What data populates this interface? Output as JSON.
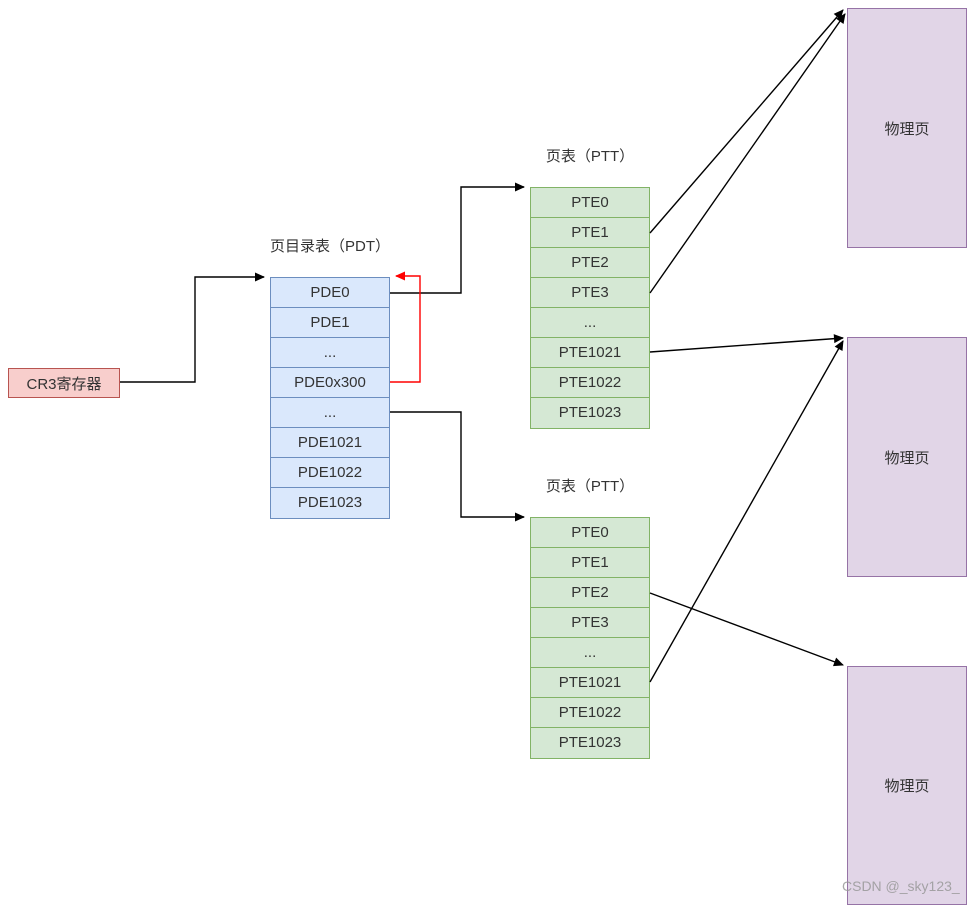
{
  "diagram": {
    "cr3_label": "CR3寄存器",
    "pdt": {
      "title": "页目录表（PDT）",
      "rows": [
        "PDE0",
        "PDE1",
        "...",
        "PDE0x300",
        "...",
        "PDE1021",
        "PDE1022",
        "PDE1023"
      ]
    },
    "ptt_upper": {
      "title": "页表（PTT）",
      "rows": [
        "PTE0",
        "PTE1",
        "PTE2",
        "PTE3",
        "...",
        "PTE1021",
        "PTE1022",
        "PTE1023"
      ]
    },
    "ptt_lower": {
      "title": "页表（PTT）",
      "rows": [
        "PTE0",
        "PTE1",
        "PTE2",
        "PTE3",
        "...",
        "PTE1021",
        "PTE1022",
        "PTE1023"
      ]
    },
    "physical_pages": [
      {
        "label": "物理页"
      },
      {
        "label": "物理页"
      },
      {
        "label": "物理页"
      }
    ],
    "watermark": "CSDN @_sky123_",
    "colors": {
      "cr3_fill": "#f8cecc",
      "cr3_border": "#b85450",
      "pdt_fill": "#dae8fc",
      "pdt_border": "#6c8ebf",
      "ptt_fill": "#d5e8d4",
      "ptt_border": "#82b366",
      "page_fill": "#e1d5e7",
      "page_border": "#9673a6",
      "arrow": "#000000",
      "self_ref_arrow": "#ff0000"
    }
  }
}
